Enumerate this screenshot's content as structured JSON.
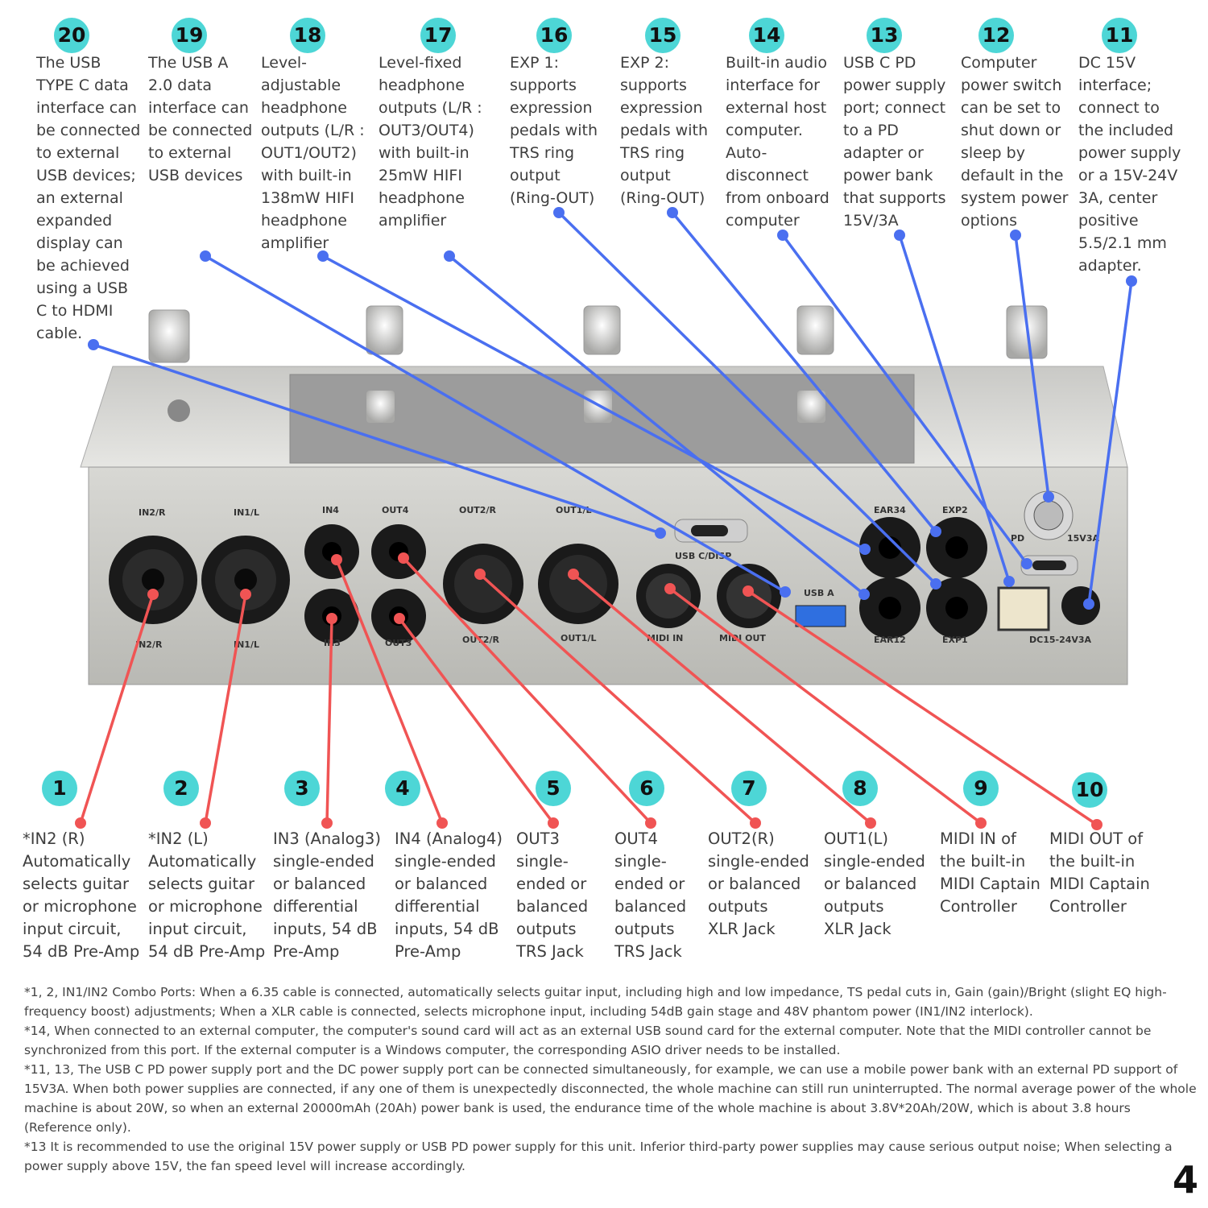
{
  "callouts_top": [
    {
      "num": "20",
      "text": "The USB\nTYPE C data\ninterface can\nbe connected\nto external\nUSB devices;\nan external\nexpanded\ndisplay can\nbe achieved\nusing a USB\nC to HDMI\ncable."
    },
    {
      "num": "19",
      "text": "The USB A\n2.0 data\ninterface can\nbe connected\nto external\nUSB devices"
    },
    {
      "num": "18",
      "text": "Level-\nadjustable\nheadphone\noutputs (L/R :\nOUT1/OUT2)\nwith built-in\n138mW HIFI\nheadphone\namplifier"
    },
    {
      "num": "17",
      "text": "Level-fixed\nheadphone\noutputs (L/R :\nOUT3/OUT4)\nwith built-in\n25mW HIFI\nheadphone\namplifier"
    },
    {
      "num": "16",
      "text": "EXP 1:\nsupports\nexpression\npedals with\nTRS ring\noutput\n(Ring-OUT)"
    },
    {
      "num": "15",
      "text": "EXP 2:\nsupports\nexpression\npedals with\nTRS ring\noutput\n(Ring-OUT)"
    },
    {
      "num": "14",
      "text": "Built-in audio\ninterface for\nexternal host\ncomputer.\nAuto-\ndisconnect\nfrom onboard\ncomputer"
    },
    {
      "num": "13",
      "text": "USB C PD\npower supply\nport; connect\nto a PD\nadapter or\npower bank\nthat supports\n15V/3A"
    },
    {
      "num": "12",
      "text": "Computer\npower switch\ncan be set to\nshut down or\nsleep by\ndefault in the\nsystem power\noptions"
    },
    {
      "num": "11",
      "text": "DC 15V\ninterface;\nconnect to\nthe included\npower supply\nor a 15V-24V\n3A, center\npositive\n5.5/2.1 mm\nadapter."
    }
  ],
  "callouts_bottom": [
    {
      "num": "1",
      "text": "*IN2 (R)\nAutomatically\nselects guitar\nor microphone\ninput circuit,\n54 dB Pre-Amp"
    },
    {
      "num": "2",
      "text": "*IN2 (L)\nAutomatically\nselects guitar\nor microphone\ninput circuit,\n54 dB Pre-Amp"
    },
    {
      "num": "3",
      "text": "IN3 (Analog3)\nsingle-ended\nor balanced\ndifferential\ninputs, 54 dB\nPre-Amp"
    },
    {
      "num": "4",
      "text": "IN4 (Analog4)\nsingle-ended\nor balanced\ndifferential\ninputs, 54 dB\nPre-Amp"
    },
    {
      "num": "5",
      "text": "OUT3\nsingle-\nended or\nbalanced\noutputs\nTRS Jack"
    },
    {
      "num": "6",
      "text": "OUT4\nsingle-\nended or\nbalanced\noutputs\nTRS Jack"
    },
    {
      "num": "7",
      "text": "OUT2(R)\nsingle-ended\nor balanced\noutputs\nXLR Jack"
    },
    {
      "num": "8",
      "text": "OUT1(L)\nsingle-ended\nor balanced\noutputs\nXLR Jack"
    },
    {
      "num": "9",
      "text": "MIDI IN of\nthe built-in\nMIDI Captain\nController"
    },
    {
      "num": "10",
      "text": "MIDI OUT of\nthe built-in\nMIDI Captain\nController"
    }
  ],
  "panel_labels": {
    "in2r_top": "IN2/R",
    "in1l_top": "IN1/L",
    "in4": "IN4",
    "out4": "OUT4",
    "out2r_top": "OUT2/R",
    "out1l_top": "OUT1/L",
    "usbc_disp": "USB C/DISP",
    "usba": "USB A",
    "ear34": "EAR34",
    "exp2": "EXP2",
    "pd": "PD",
    "v15": "15V3A",
    "in2r": "IN2/R",
    "in1l": "IN1/L",
    "in3": "IN3",
    "out3": "OUT3",
    "out2r": "OUT2/R",
    "out1l": "OUT1/L",
    "midi_in": "MIDI IN",
    "midi_out": "MIDI OUT",
    "ear12": "EAR12",
    "exp1": "EXP1",
    "dc": "DC15-24V3A"
  },
  "footnotes": [
    "*1, 2, IN1/IN2 Combo Ports: When a 6.35 cable is connected, automatically selects guitar input, including high and low impedance, TS pedal cuts in, Gain (gain)/Bright (slight EQ high-frequency boost) adjustments; When a XLR cable is connected, selects microphone input, including 54dB gain stage and 48V phantom power (IN1/IN2 interlock).",
    "*14, When connected to an external computer, the computer's sound card will act as an external USB sound card for the external computer. Note that the MIDI controller cannot be synchronized from this port. If the external computer is a Windows computer, the corresponding ASIO driver needs to be installed.",
    "*11, 13, The USB C PD power supply port and the DC power supply port can be connected simultaneously, for example, we can use a mobile power bank with an external PD support of 15V3A. When both power supplies are connected, if any one of them is unexpectedly disconnected, the whole machine can still run uninterrupted. The normal average power of the whole machine is about 20W, so when an external 20000mAh (20Ah) power bank is used, the endurance time of the whole machine is about 3.8V*20Ah/20W, which is about 3.8 hours (Reference only).",
    "*13 It is recommended to use the original 15V power supply or USB PD power supply for this unit. Inferior third-party power supplies may cause serious output noise; When selecting a power supply above 15V, the fan speed level will increase accordingly."
  ],
  "page_number": "4",
  "colors": {
    "badge": "#4dd6d6",
    "blue_line": "#4a6ff0",
    "red_line": "#f05454"
  }
}
